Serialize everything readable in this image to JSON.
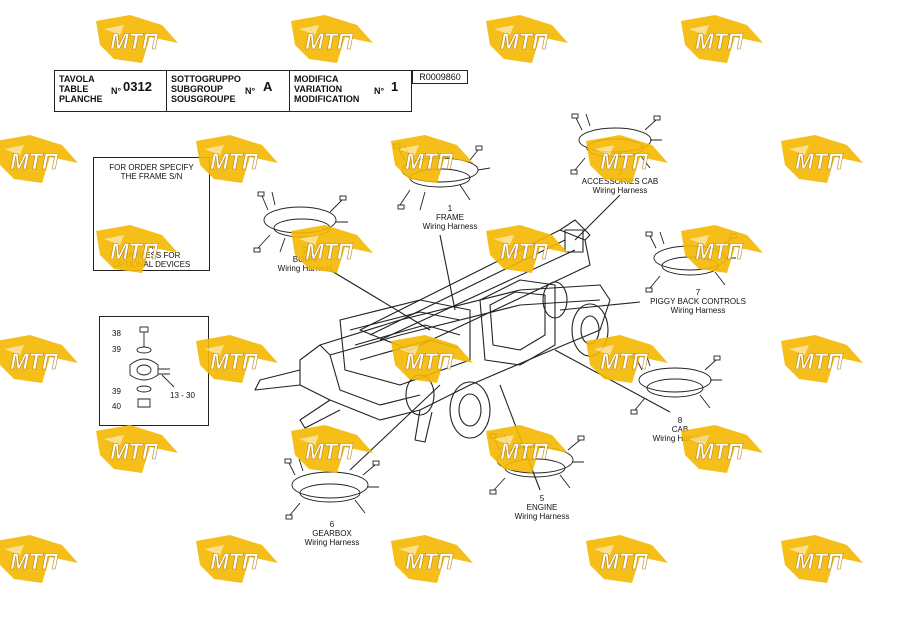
{
  "header": {
    "table": {
      "labels": [
        "TAVOLA",
        "TABLE",
        "PLANCHE"
      ],
      "no": "N°",
      "value": "0312"
    },
    "subgroup": {
      "labels": [
        "SOTTOGRUPPO",
        "SUBGROUP",
        "SOUSGROUPE"
      ],
      "no": "N°",
      "value": "A"
    },
    "variation": {
      "labels": [
        "MODIFICA",
        "VARIATION",
        "MODIFICATION"
      ],
      "no": "N°",
      "value": "1"
    },
    "reference": "R0009860"
  },
  "inset_frame": {
    "top_note": [
      "FOR ORDER SPECIFY",
      "THE FRAME S/N"
    ],
    "bottom_note": [
      "4",
      "HARNESS FOR",
      "OPTIONAL DEVICES"
    ]
  },
  "inset_parts": {
    "parts": [
      {
        "ref": "38"
      },
      {
        "ref": "39"
      },
      {
        "ref": "39"
      },
      {
        "ref": "40"
      },
      {
        "ref": "13 - 30"
      }
    ]
  },
  "harnesses": [
    {
      "id": "frame",
      "lines": [
        "1",
        "FRAME",
        "Wiring Harness"
      ]
    },
    {
      "id": "boom",
      "lines": [
        "2",
        "BOOM",
        "Wiring Harness"
      ]
    },
    {
      "id": "accessories-cab",
      "lines": [
        "3",
        "ACCESSORIES CAB",
        "Wiring Harness"
      ]
    },
    {
      "id": "piggy-back",
      "lines": [
        "7",
        "PIGGY BACK CONTROLS",
        "Wiring Harness"
      ]
    },
    {
      "id": "cab",
      "lines": [
        "8",
        "CAB",
        "Wiring Harness"
      ]
    },
    {
      "id": "engine",
      "lines": [
        "5",
        "ENGINE",
        "Wiring Harness"
      ]
    },
    {
      "id": "gearbox",
      "lines": [
        "6",
        "GEARBOX",
        "Wiring Harness"
      ]
    }
  ],
  "watermark": {
    "text": "МТП",
    "color": "#F5B800",
    "text_color": "#ffffff"
  },
  "colors": {
    "ink": "#111111",
    "background": "#ffffff"
  }
}
